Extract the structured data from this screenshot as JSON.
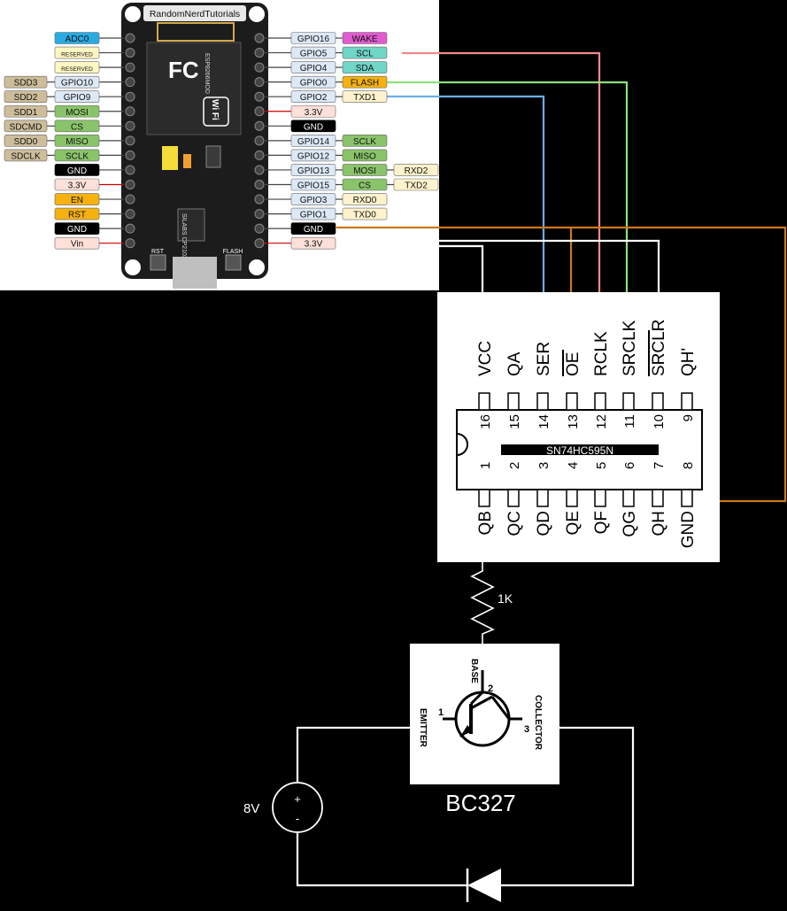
{
  "board": {
    "brand_label": "RandomNerdTutorials",
    "rst_label": "RST",
    "flash_label": "FLASH",
    "wifi_label": "Wi Fi",
    "module_text": "ESP8266MOD",
    "chip_label": "SILABS CP2102",
    "left_pins": [
      {
        "labels": [
          {
            "text": "ADC0",
            "fill": "#29abe2"
          }
        ]
      },
      {
        "labels": [
          {
            "text": "RESERVED",
            "fill": "#fff7c2"
          }
        ]
      },
      {
        "labels": [
          {
            "text": "RESERVED",
            "fill": "#fff7c2"
          }
        ]
      },
      {
        "labels": [
          {
            "text": "SDD3",
            "fill": "#cdbd9a"
          },
          {
            "text": "GPIO10",
            "fill": "#dde9f6"
          }
        ]
      },
      {
        "labels": [
          {
            "text": "SDD2",
            "fill": "#cdbd9a"
          },
          {
            "text": "GPIO9",
            "fill": "#dde9f6"
          }
        ]
      },
      {
        "labels": [
          {
            "text": "SDD1",
            "fill": "#cdbd9a"
          },
          {
            "text": "MOSI",
            "fill": "#8ac46a"
          }
        ]
      },
      {
        "labels": [
          {
            "text": "SDCMD",
            "fill": "#cdbd9a"
          },
          {
            "text": "CS",
            "fill": "#8ac46a"
          }
        ]
      },
      {
        "labels": [
          {
            "text": "SDD0",
            "fill": "#cdbd9a"
          },
          {
            "text": "MISO",
            "fill": "#8ac46a"
          }
        ]
      },
      {
        "labels": [
          {
            "text": "SDCLK",
            "fill": "#cdbd9a"
          },
          {
            "text": "SCLK",
            "fill": "#8ac46a"
          }
        ]
      },
      {
        "labels": [
          {
            "text": "GND",
            "fill": "#000000"
          }
        ]
      },
      {
        "labels": [
          {
            "text": "3.3V",
            "fill": "#fde0d8"
          }
        ]
      },
      {
        "labels": [
          {
            "text": "EN",
            "fill": "#f5b20f"
          }
        ]
      },
      {
        "labels": [
          {
            "text": "RST",
            "fill": "#f5b20f"
          }
        ]
      },
      {
        "labels": [
          {
            "text": "GND",
            "fill": "#000000"
          }
        ]
      },
      {
        "labels": [
          {
            "text": "Vin",
            "fill": "#fde0d8"
          }
        ]
      }
    ],
    "right_pins": [
      {
        "labels": [
          {
            "text": "GPIO16",
            "fill": "#dde9f6"
          },
          {
            "text": "WAKE",
            "fill": "#e05bd0"
          }
        ]
      },
      {
        "labels": [
          {
            "text": "GPIO5",
            "fill": "#dde9f6"
          },
          {
            "text": "SCL",
            "fill": "#6fd6c8"
          }
        ]
      },
      {
        "labels": [
          {
            "text": "GPIO4",
            "fill": "#dde9f6"
          },
          {
            "text": "SDA",
            "fill": "#6fd6c8"
          }
        ]
      },
      {
        "labels": [
          {
            "text": "GPIO0",
            "fill": "#dde9f6"
          },
          {
            "text": "FLASH",
            "fill": "#f5b20f"
          }
        ]
      },
      {
        "labels": [
          {
            "text": "GPIO2",
            "fill": "#dde9f6"
          },
          {
            "text": "TXD1",
            "fill": "#fff2cc"
          }
        ]
      },
      {
        "labels": [
          {
            "text": "3.3V",
            "fill": "#fde0d8"
          }
        ]
      },
      {
        "labels": [
          {
            "text": "GND",
            "fill": "#000000"
          }
        ]
      },
      {
        "labels": [
          {
            "text": "GPIO14",
            "fill": "#dde9f6"
          },
          {
            "text": "SCLK",
            "fill": "#8ac46a"
          }
        ]
      },
      {
        "labels": [
          {
            "text": "GPIO12",
            "fill": "#dde9f6"
          },
          {
            "text": "MISO",
            "fill": "#8ac46a"
          }
        ]
      },
      {
        "labels": [
          {
            "text": "GPIO13",
            "fill": "#dde9f6"
          },
          {
            "text": "MOSI",
            "fill": "#8ac46a"
          },
          {
            "text": "RXD2",
            "fill": "#fff2cc"
          }
        ]
      },
      {
        "labels": [
          {
            "text": "GPIO15",
            "fill": "#dde9f6"
          },
          {
            "text": "CS",
            "fill": "#8ac46a"
          },
          {
            "text": "TXD2",
            "fill": "#fff2cc"
          }
        ]
      },
      {
        "labels": [
          {
            "text": "GPIO3",
            "fill": "#dde9f6"
          },
          {
            "text": "RXD0",
            "fill": "#fff2cc"
          }
        ]
      },
      {
        "labels": [
          {
            "text": "GPIO1",
            "fill": "#dde9f6"
          },
          {
            "text": "TXD0",
            "fill": "#fff2cc"
          }
        ]
      },
      {
        "labels": [
          {
            "text": "GND",
            "fill": "#000000"
          }
        ]
      },
      {
        "labels": [
          {
            "text": "3.3V",
            "fill": "#fde0d8"
          }
        ]
      }
    ]
  },
  "chip": {
    "name": "SN74HC595N",
    "top_pins": [
      {
        "num": "16",
        "name": "VCC"
      },
      {
        "num": "15",
        "name": "QA"
      },
      {
        "num": "14",
        "name": "SER"
      },
      {
        "num": "13",
        "name": "OE"
      },
      {
        "num": "12",
        "name": "RCLK"
      },
      {
        "num": "11",
        "name": "SRCLK"
      },
      {
        "num": "10",
        "name": "SRCLR"
      },
      {
        "num": "9",
        "name": "QH'"
      }
    ],
    "bottom_pins": [
      {
        "num": "1",
        "name": "QB"
      },
      {
        "num": "2",
        "name": "QC"
      },
      {
        "num": "3",
        "name": "QD"
      },
      {
        "num": "4",
        "name": "QE"
      },
      {
        "num": "5",
        "name": "QF"
      },
      {
        "num": "6",
        "name": "QG"
      },
      {
        "num": "7",
        "name": "QH"
      },
      {
        "num": "8",
        "name": "GND"
      }
    ]
  },
  "resistor": {
    "label": "1K"
  },
  "transistor": {
    "name": "BC327",
    "base_label": "BASE",
    "emitter_label": "EMITTER",
    "collector_label": "COLLECTOR",
    "pin_base": "2",
    "pin_emitter": "1",
    "pin_collector": "3"
  },
  "supply": {
    "voltage": "8V",
    "plus": "+",
    "minus": "-"
  },
  "wire_colors": {
    "ser": "#6aaee8",
    "oe": "#c8781e",
    "rclk": "#f08a8a",
    "srclk": "#8ee07a",
    "gnd": "#c8781e",
    "power": "#ffffff"
  }
}
